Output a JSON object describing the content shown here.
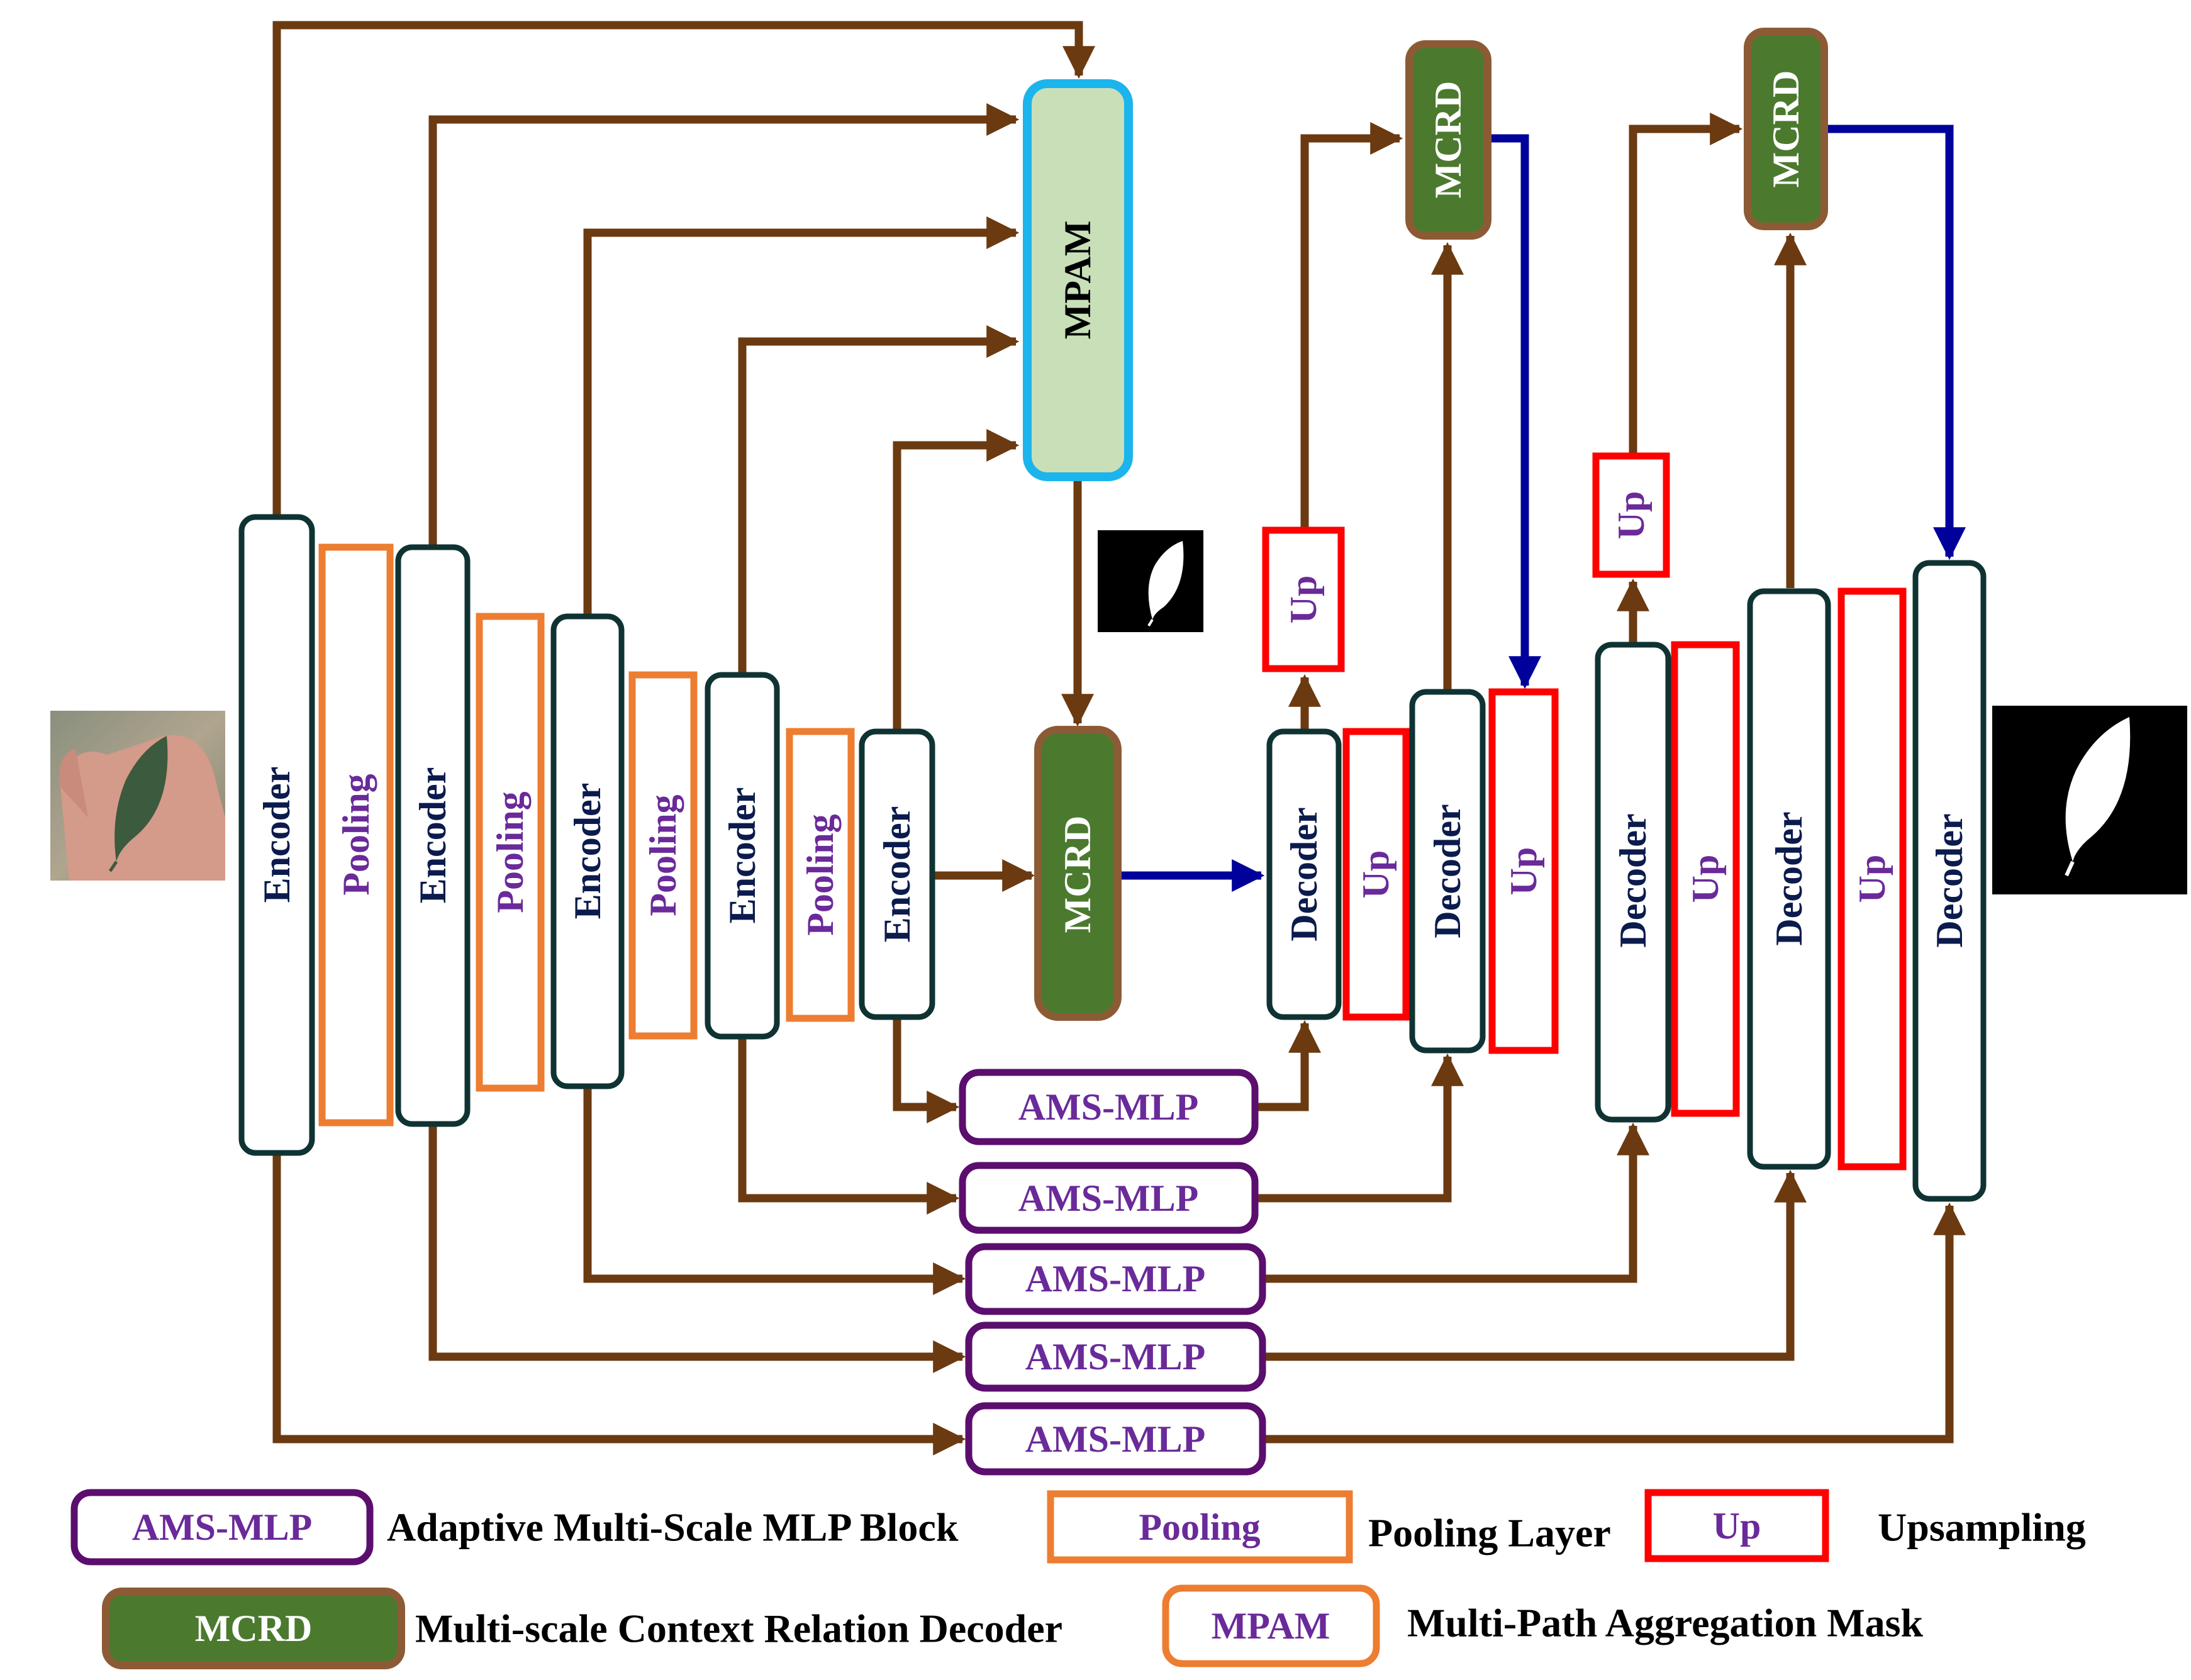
{
  "blocks": {
    "encoder_label": "Encoder",
    "pooling_label": "Pooling",
    "decoder_label": "Decoder",
    "up_label": "Up",
    "mcrd_label": "MCRD",
    "mpam_label": "MPAM",
    "ams_label": "AMS-MLP"
  },
  "legend": {
    "ams_key": "AMS-MLP",
    "ams_desc": "Adaptive Multi-Scale MLP Block",
    "pool_key": "Pooling",
    "pool_desc": "Pooling Layer",
    "up_key": "Up",
    "up_desc": "Upsampling",
    "mcrd_key": "MCRD",
    "mcrd_desc": "Multi-scale Context Relation Decoder",
    "mpam_key": "MPAM",
    "mpam_desc": "Multi-Path Aggregation Mask"
  },
  "colors": {
    "skip_arrow": "#6b3a10",
    "decoder_arrow": "#00009b",
    "encoder_border": "#0f3332",
    "pooling_border": "#ed7d31",
    "up_border": "#ff0000",
    "ams_border": "#5b0e6d",
    "mcrd_fill": "#4b7a2f",
    "mcrd_border": "#8c5b35",
    "mpam_fill": "#c8dfb8",
    "mpam_border": "#1cb4ec",
    "label_dark": "#0b1b4d",
    "label_purple": "#6a2a9a"
  }
}
